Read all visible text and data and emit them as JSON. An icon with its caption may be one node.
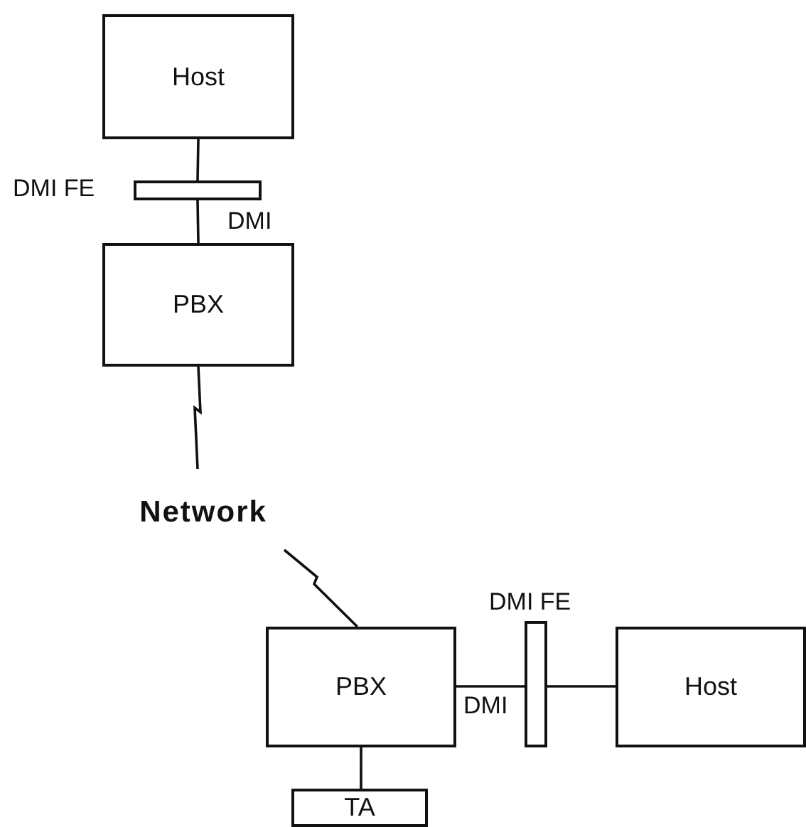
{
  "diagram": {
    "nodes": [
      {
        "text": [
          "Host"
        ]
      },
      {
        "text": [
          "DMI FE"
        ]
      },
      {
        "text": [
          "PBX"
        ]
      },
      {
        "text": [
          "Network"
        ]
      },
      {
        "text": [
          "PBX"
        ]
      },
      {
        "text": [
          "DMI FE"
        ]
      },
      {
        "text": [
          "Host"
        ]
      },
      {
        "text": [
          "TA"
        ]
      }
    ],
    "edges": [
      {
        "from": 0,
        "to": 1,
        "arrow": "none"
      },
      {
        "from": 1,
        "to": 2,
        "arrow": "none",
        "label": "DMI"
      },
      {
        "from": 2,
        "to": 3,
        "arrow": "none"
      },
      {
        "from": 3,
        "to": 4,
        "arrow": "none"
      },
      {
        "from": 4,
        "to": 5,
        "arrow": "none",
        "label": "DMI"
      },
      {
        "from": 5,
        "to": 6,
        "arrow": "none"
      },
      {
        "from": 4,
        "to": 7,
        "arrow": "none"
      }
    ]
  }
}
